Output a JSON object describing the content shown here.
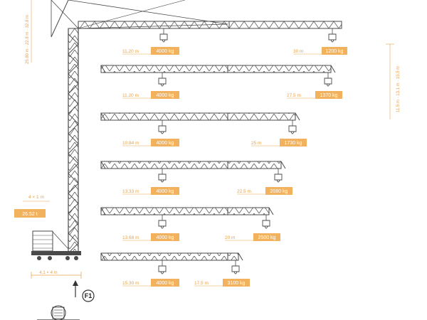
{
  "colors": {
    "accent": "#f2b15c",
    "accent_text": "#e7a14a",
    "structure": "#4a4a4a"
  },
  "top_jib": {
    "near_dist": "11.20 m",
    "near_load": "4000 kg",
    "far_dist": "30 m",
    "far_load": "1200 kg"
  },
  "configurations": [
    {
      "near_dist": "11.20 m",
      "near_load": "4000 kg",
      "far_dist": "27.5 m",
      "far_load": "1370 kg"
    },
    {
      "near_dist": "10.84 m",
      "near_load": "4000 kg",
      "far_dist": "25 m",
      "far_load": "1730 kg"
    },
    {
      "near_dist": "13.33 m",
      "near_load": "4000 kg",
      "far_dist": "22.5 m",
      "far_load": "2080 kg"
    },
    {
      "near_dist": "13.68 m",
      "near_load": "4000 kg",
      "far_dist": "20 m",
      "far_load": "2500 kg"
    },
    {
      "near_dist": "15.30 m",
      "near_load": "4000 kg",
      "far_dist": "17.5 m",
      "far_load": "3100 kg"
    }
  ],
  "left_dims": {
    "vertical": "25.80 m · 22.8 m · 32.8 m",
    "counterweight_dims": "4 × 1 m",
    "counterweight_mass": "26.52 t",
    "base_width": "4.1 × 4 m"
  },
  "right_dim": "11.5 m · 13.1 m · 15.5 m",
  "force_label": "F1"
}
